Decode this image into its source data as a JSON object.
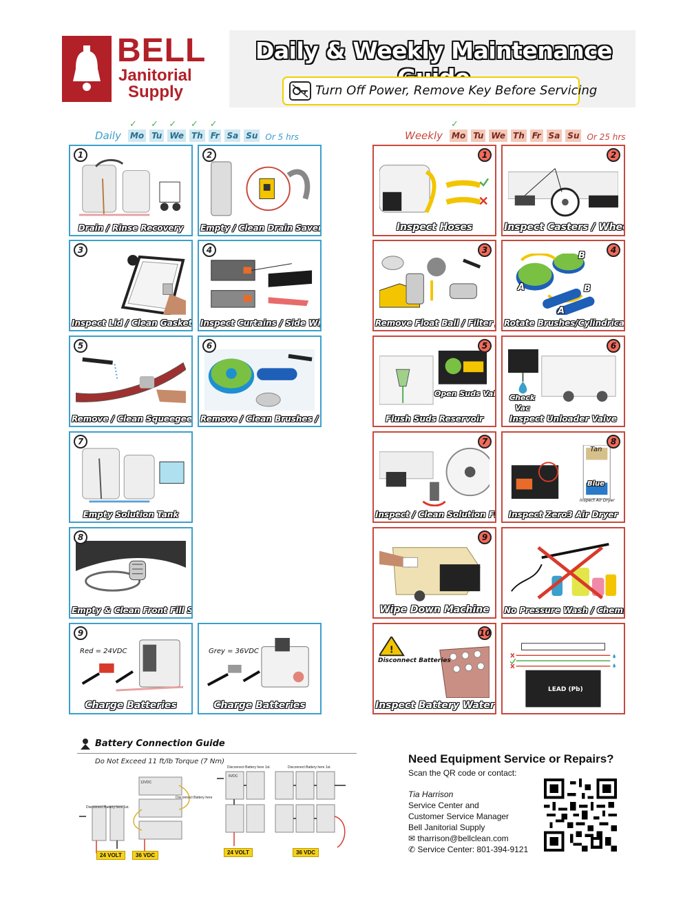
{
  "header": {
    "logo_word1": "BELL",
    "logo_word2": "Janitorial",
    "logo_word3": "Supply",
    "title": "Daily & Weekly Maintenance Guide",
    "warning": "Turn Off Power, Remove Key Before Servicing"
  },
  "colors": {
    "brand_red": "#b22028",
    "daily_blue": "#3aa0cc",
    "weekly_red": "#c9473b",
    "check_green": "#4caf50",
    "warning_yellow": "#f0d000"
  },
  "daily_schedule": {
    "label": "Daily",
    "days": [
      "Mo",
      "Tu",
      "We",
      "Th",
      "Fr",
      "Sa",
      "Su"
    ],
    "checked": [
      true,
      true,
      true,
      true,
      true,
      false,
      false
    ],
    "note": "Or 5 hrs"
  },
  "weekly_schedule": {
    "label": "Weekly",
    "days": [
      "Mo",
      "Tu",
      "We",
      "Th",
      "Fr",
      "Sa",
      "Su"
    ],
    "checked": [
      true,
      false,
      false,
      false,
      false,
      false,
      false
    ],
    "note": "Or 25 hrs"
  },
  "daily_cards": [
    {
      "num": "1",
      "caption": "Drain / Rinse Recovery"
    },
    {
      "num": "2",
      "caption": "Empty / Clean Drain Saver"
    },
    {
      "num": "3",
      "caption": "Inspect  Lid / Clean Gasket"
    },
    {
      "num": "4",
      "caption": "Inspect  Curtains / Side Wipers"
    },
    {
      "num": "5",
      "caption": "Remove / Clean Squeegee"
    },
    {
      "num": "6",
      "caption": "Remove / Clean Brushes / Pads"
    },
    {
      "num": "7",
      "caption": "Empty Solution Tank"
    },
    {
      "num": "8",
      "caption": "Empty & Clean Front Fill Screen"
    },
    {
      "num": "9",
      "caption": "Charge Batteries",
      "label": "Red = 24VDC"
    },
    {
      "num": "",
      "caption": "Charge Batteries",
      "label": "Grey = 36VDC"
    }
  ],
  "weekly_cards": [
    {
      "num": "1",
      "caption": "Inspect Hoses"
    },
    {
      "num": "2",
      "caption": "Inspect  Casters / Wheels"
    },
    {
      "num": "3",
      "caption": "Remove Float Ball / Filter / Screen"
    },
    {
      "num": "4",
      "caption": "Rotate Brushes/Cylindricals",
      "labels": [
        "A",
        "B",
        "B",
        "A"
      ]
    },
    {
      "num": "5",
      "caption": "Flush Suds Reservoir",
      "label": "Open Suds Valve"
    },
    {
      "num": "6",
      "caption": "Inspect Unloader Valve",
      "label1": "Check",
      "label2": "Vac"
    },
    {
      "num": "7",
      "caption": "Inspect / Clean Solution Filter"
    },
    {
      "num": "8",
      "caption": "Inspect Zero3 Air Dryer",
      "label_tan": "Tan",
      "label_blue": "Blue",
      "label_small": "Inspect Air Dryer"
    },
    {
      "num": "9",
      "caption": "Wipe Down Machine"
    },
    {
      "num": "",
      "caption": "No Pressure Wash / Chemicals"
    },
    {
      "num": "10",
      "caption": "Inspect Battery Water Level",
      "label": "Disconnect Batteries"
    },
    {
      "num": "",
      "caption": "",
      "label": "LEAD (Pb)"
    }
  ],
  "battery_guide": {
    "title": "Battery Connection Guide",
    "torque": "Do Not Exceed 11 ft/lb Torque (7 Nm)",
    "disconnect_1": "Disconnect Battery here 1st.",
    "disconnect_2": "Disconnect Battery here 1st.",
    "disconnect_3": "Disconnect Battery here 1st.",
    "disconnect_4": "Disconnect Battery here",
    "v12": "12VDC",
    "v6": "6VDC",
    "volt_labels": [
      "24 VOLT",
      "36 VDC",
      "24 VOLT",
      "36 VDC"
    ]
  },
  "contact": {
    "heading": "Need Equipment Service or Repairs?",
    "sub": "Scan the QR code or contact:",
    "name": "Tia Harrison",
    "role1": "Service Center and",
    "role2": "Customer Service Manager",
    "company": "Bell Janitorial Supply",
    "email": "tharrison@bellclean.com",
    "phone": "Service Center: 801-394-9121"
  }
}
